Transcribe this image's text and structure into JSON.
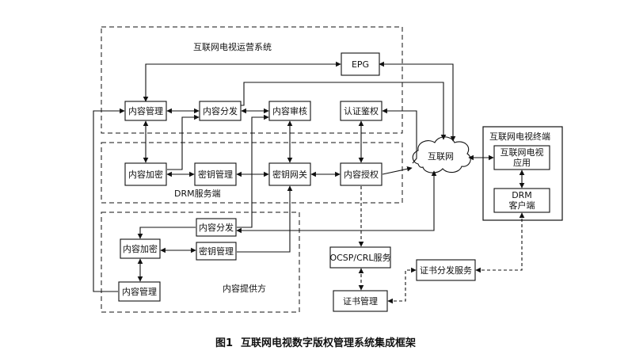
{
  "regions": {
    "operator": "互联网电视运营系统",
    "drm": "DRM服务端",
    "provider": "内容提供方",
    "terminal": "互联网电视终端"
  },
  "nodes": {
    "epg": "EPG",
    "op_content_mgmt": "内容管理",
    "op_content_dist": "内容分发",
    "op_content_audit": "内容审核",
    "op_auth": "认证鉴权",
    "drm_encrypt": "内容加密",
    "drm_key_mgmt": "密钥管理",
    "drm_key_gateway": "密钥网关",
    "drm_authorize": "内容授权",
    "cp_content_dist": "内容分发",
    "cp_encrypt": "内容加密",
    "cp_key_mgmt": "密钥管理",
    "cp_content_mgmt": "内容管理",
    "ocsp": "OCSP/CRL服务",
    "cert_mgmt": "证书管理",
    "cert_dist": "证书分发服务",
    "internet": "互联网",
    "tv_app_line1": "互联网电视",
    "tv_app_line2": "应用",
    "drm_client_line1": "DRM",
    "drm_client_line2": "客户端"
  },
  "caption": {
    "figure": "图1",
    "title": "互联网电视数字版权管理系统集成框架"
  }
}
